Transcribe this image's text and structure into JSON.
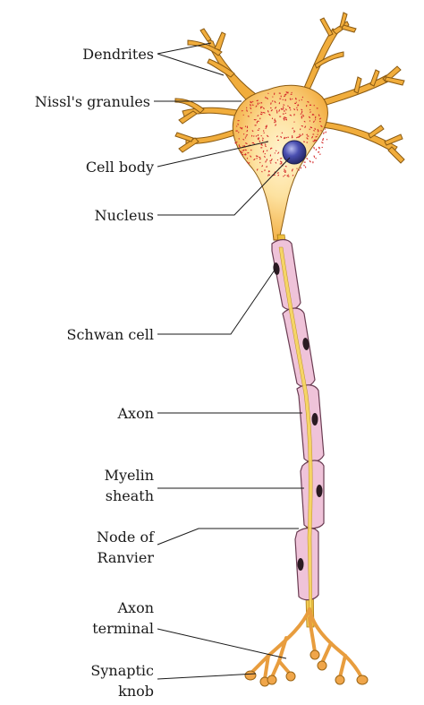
{
  "diagram": {
    "labels": {
      "dendrites": "Dendrites",
      "nissl_granules": "Nissl's granules",
      "cell_body": "Cell body",
      "nucleus": "Nucleus",
      "schwann_cell": "Schwan cell",
      "axon": "Axon",
      "myelin_sheath_line1": "Myelin",
      "myelin_sheath_line2": "sheath",
      "node_of_ranvier_line1": "Node of",
      "node_of_ranvier_line2": "Ranvier",
      "axon_terminal_line1": "Axon",
      "axon_terminal_line2": "terminal",
      "synaptic_knob_line1": "Synaptic",
      "synaptic_knob_line2": "knob"
    },
    "colors": {
      "cell_body_fill": "#f5b63a",
      "cell_body_glow": "#fde9b8",
      "nissl_granules": "#d9262c",
      "nucleus": "#3b3f8f",
      "axon": "#f3c94a",
      "schwann_cell": "#efc3d9",
      "schwann_outline": "#6a3c52",
      "schwann_nucleus": "#2a1a22",
      "terminal": "#f0a64a"
    }
  }
}
